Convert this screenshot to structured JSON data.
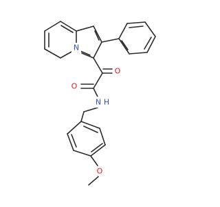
{
  "molecule": {
    "atoms": {
      "n_ring": {
        "text": "N",
        "color": "#2f4fd6"
      },
      "o_keto": {
        "text": "O",
        "color": "#e01b1b"
      },
      "o_amide": {
        "text": "O",
        "color": "#e01b1b"
      },
      "n_amide": {
        "text": "N",
        "color": "#2f4fd6"
      },
      "h_amide": {
        "text": "H",
        "color": "#2f4fd6"
      },
      "o_methoxy": {
        "text": "O",
        "color": "#e01b1b"
      }
    },
    "bond_color": "#2b2b2b"
  }
}
